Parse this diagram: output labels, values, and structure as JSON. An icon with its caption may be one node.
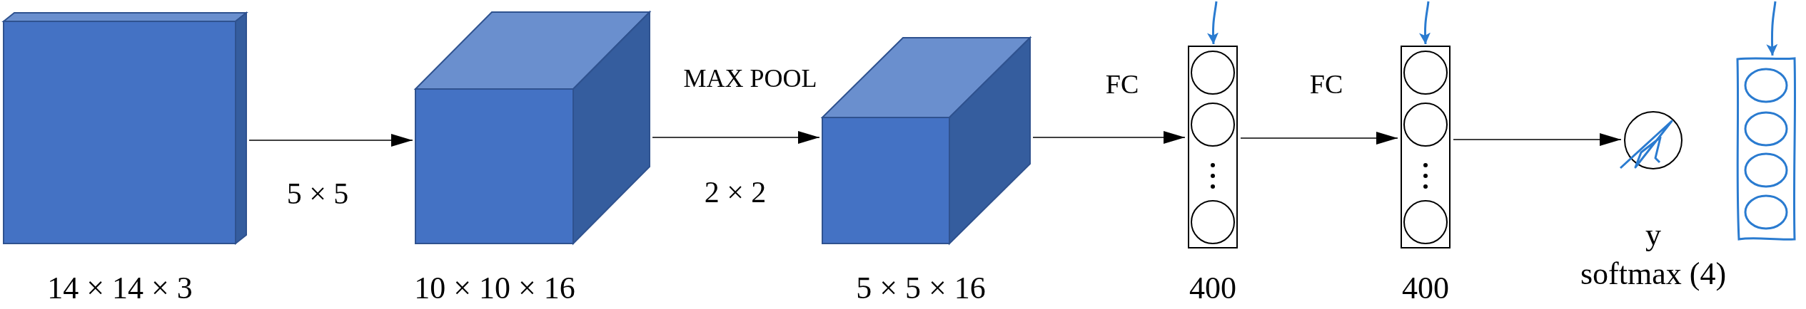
{
  "diagram": {
    "nodes": [
      {
        "text": [],
        "shape": "box",
        "beside": [
          "14 × 14 × 3"
        ]
      },
      {
        "text": [],
        "shape": "box",
        "beside": [
          "10 × 10 × 16"
        ]
      },
      {
        "text": [],
        "shape": "box",
        "beside": [
          "5 × 5 × 16"
        ]
      },
      {
        "text": [],
        "shape": "box",
        "beside": [
          "400"
        ]
      },
      {
        "text": [],
        "shape": "box",
        "beside": [
          "400"
        ]
      },
      {
        "text": [],
        "shape": "circle",
        "beside": [
          "y",
          "softmax (4)"
        ]
      },
      {
        "text": [],
        "shape": "box"
      }
    ],
    "edges": [
      {
        "from": 0,
        "to": 1,
        "arrow": "to",
        "label": "5 × 5"
      },
      {
        "from": 1,
        "to": 2,
        "arrow": "to",
        "label": "2 × 2"
      },
      {
        "from": 2,
        "to": 3,
        "arrow": "to",
        "label": "FC"
      },
      {
        "from": 3,
        "to": 4,
        "arrow": "to",
        "label": "FC"
      },
      {
        "from": 4,
        "to": 5,
        "arrow": "to"
      },
      {
        "from": null,
        "to": 3,
        "arrow": "to",
        "color": "#2a7bd0"
      },
      {
        "from": null,
        "to": 4,
        "arrow": "to",
        "color": "#2a7bd0"
      },
      {
        "from": null,
        "to": 6,
        "arrow": "to",
        "color": "#2a7bd0"
      }
    ],
    "labels": [
      "MAX POOL"
    ]
  }
}
